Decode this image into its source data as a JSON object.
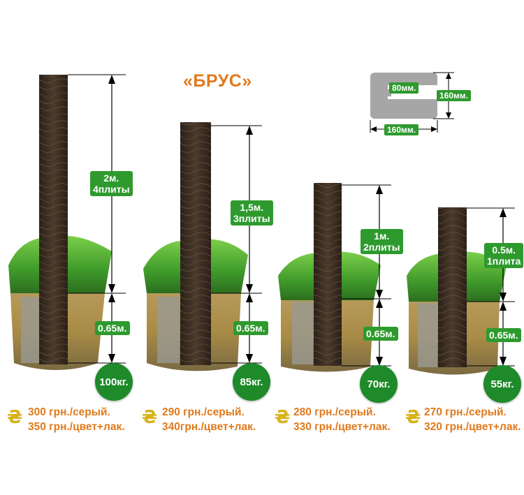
{
  "title": "«БРУС»",
  "profile": {
    "inner": "80мм.",
    "height": "160мм.",
    "width": "160мм."
  },
  "posts": [
    {
      "above": [
        "2м.",
        "4плиты"
      ],
      "below": "0.65м.",
      "weight": "100кг.",
      "price1": "300 грн./серый.",
      "price2": "350 грн./цвет+лак."
    },
    {
      "above": [
        "1,5м.",
        "3плиты"
      ],
      "below": "0.65м.",
      "weight": "85кг.",
      "price1": "290 грн./серый.",
      "price2": "340грн./цвет+лак."
    },
    {
      "above": [
        "1м.",
        "2плиты"
      ],
      "below": "0.65м.",
      "weight": "70кг.",
      "price1": "280 грн./серый.",
      "price2": "330 грн./цвет+лак."
    },
    {
      "above": [
        "0.5м.",
        "1плита"
      ],
      "below": "0.65м.",
      "weight": "55кг.",
      "price1": "270 грн./серый.",
      "price2": "320 грн./цвет+лак."
    }
  ],
  "currency_symbol": "₴",
  "colors": {
    "accent": "#e07a1c",
    "green": "#2e9a2e",
    "wood": "#3d2f22",
    "currency": "#d8b21a"
  }
}
